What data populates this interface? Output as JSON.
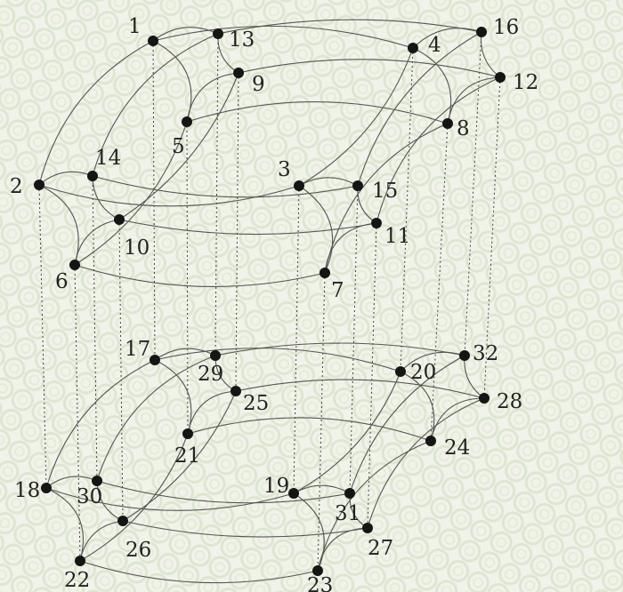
{
  "graph": {
    "vertex_labels": [
      "1",
      "2",
      "3",
      "4",
      "5",
      "6",
      "7",
      "8",
      "9",
      "10",
      "11",
      "12",
      "13",
      "14",
      "15",
      "16",
      "17",
      "18",
      "19",
      "20",
      "21",
      "22",
      "23",
      "24",
      "25",
      "26",
      "27",
      "28",
      "29",
      "30",
      "31",
      "32"
    ],
    "layers": [
      "upper",
      "lower"
    ],
    "vertical_pairs": [
      [
        1,
        17
      ],
      [
        2,
        18
      ],
      [
        3,
        19
      ],
      [
        4,
        20
      ],
      [
        5,
        21
      ],
      [
        6,
        22
      ],
      [
        7,
        23
      ],
      [
        8,
        24
      ],
      [
        9,
        25
      ],
      [
        10,
        26
      ],
      [
        11,
        27
      ],
      [
        12,
        28
      ],
      [
        13,
        29
      ],
      [
        14,
        30
      ],
      [
        15,
        31
      ],
      [
        16,
        32
      ]
    ],
    "edge_color": "#555555",
    "vertex_color": "#151515",
    "background": "#eef1e8"
  }
}
